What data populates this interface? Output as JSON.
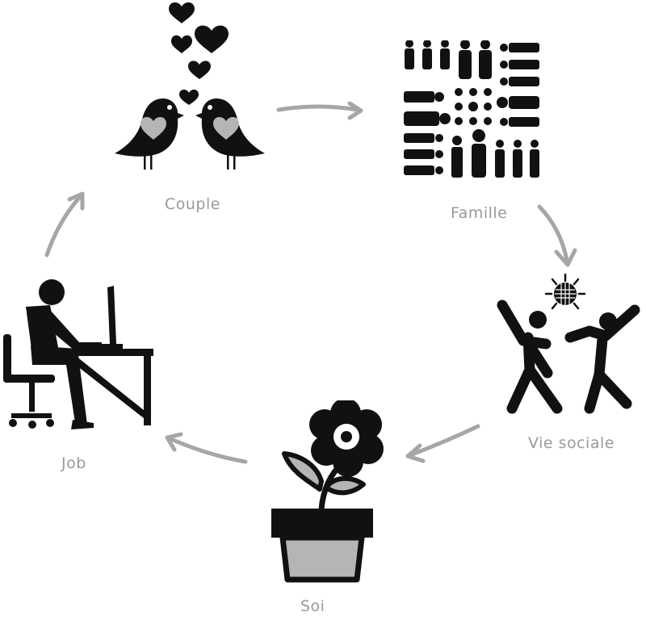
{
  "diagram": {
    "nodes": [
      {
        "id": "couple",
        "label": "Couple",
        "icon": "lovebirds-icon"
      },
      {
        "id": "famille",
        "label": "Famille",
        "icon": "family-people-grid-icon"
      },
      {
        "id": "vie_sociale",
        "label": "Vie sociale",
        "icon": "dancing-people-icon"
      },
      {
        "id": "soi",
        "label": "Soi",
        "icon": "potted-flower-icon"
      },
      {
        "id": "job",
        "label": "Job",
        "icon": "desk-worker-icon"
      }
    ],
    "edges": [
      {
        "from": "couple",
        "to": "famille"
      },
      {
        "from": "famille",
        "to": "vie_sociale"
      },
      {
        "from": "vie_sociale",
        "to": "soi"
      },
      {
        "from": "soi",
        "to": "job"
      },
      {
        "from": "job",
        "to": "couple"
      }
    ],
    "colors": {
      "icon": "#111111",
      "label": "#9a9a9a",
      "arrow": "#a6a6a6",
      "accent_gray": "#b5b5b5"
    }
  }
}
